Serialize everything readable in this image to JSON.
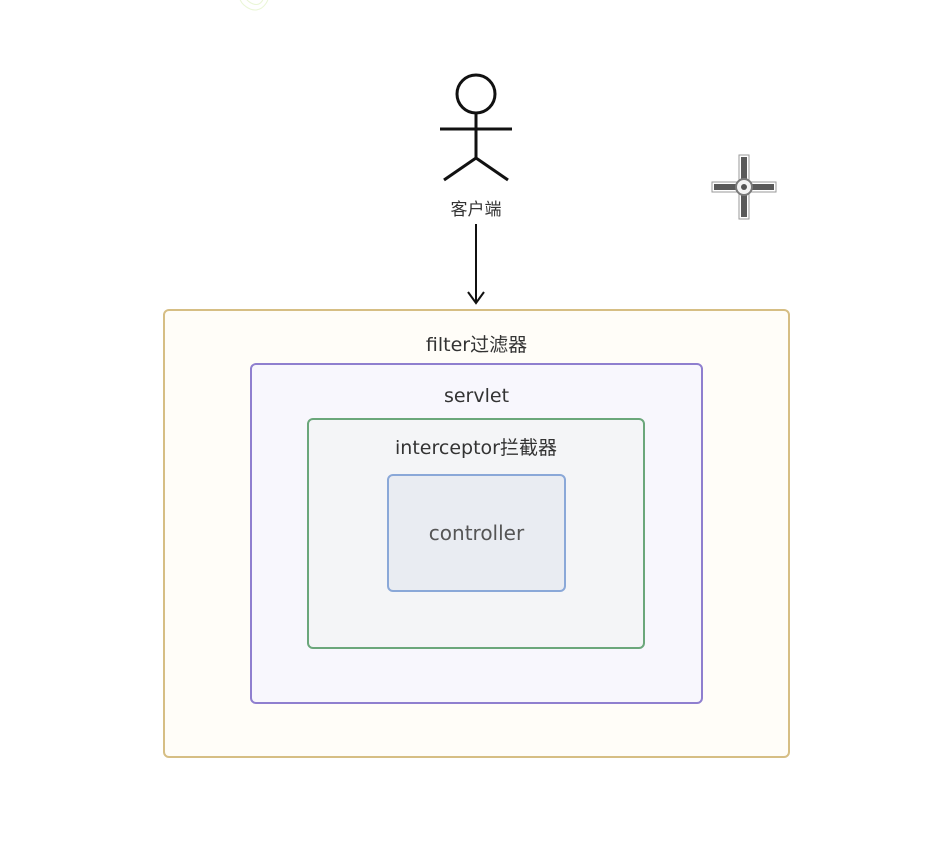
{
  "watermark": {
    "text": "CO"
  },
  "actor": {
    "label": "客户端",
    "icon": "stick-figure-icon"
  },
  "cursor": {
    "icon": "move-cursor-icon"
  },
  "layers": {
    "filter": {
      "label": "filter过滤器",
      "border_color": "#d6be84"
    },
    "servlet": {
      "label": "servlet",
      "border_color": "#8f7fcf"
    },
    "interceptor": {
      "label": "interceptor拦截器",
      "border_color": "#6ba77b"
    },
    "controller": {
      "label": "controller",
      "border_color": "#8aa8d8"
    }
  }
}
